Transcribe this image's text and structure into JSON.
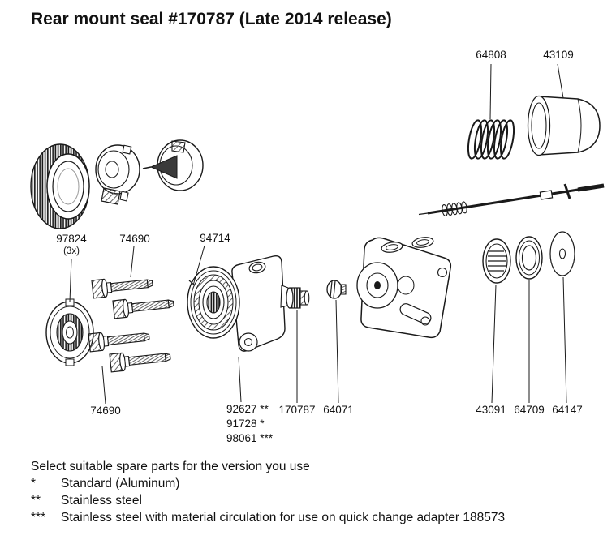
{
  "title": "Rear mount seal #170787 (Late 2014 release)",
  "colors": {
    "ink": "#1a1a1a",
    "background": "#ffffff"
  },
  "labels": {
    "spring": "64808",
    "cap": "43109",
    "flange": "97824",
    "flange_qty": "(3x)",
    "screws_top": "74690",
    "seal_ring": "94714",
    "screws_bottom": "74690",
    "body_std": "92627 **",
    "body_alu": "91728 *",
    "body_circ": "98061 ***",
    "rear_seal": "170787",
    "screw": "64071",
    "spring_seat": "43091",
    "seal": "64709",
    "washer": "64147"
  },
  "footer": {
    "intro": "Select suitable spare parts for the version you use",
    "notes": [
      {
        "symbol": "*",
        "text": "Standard (Aluminum)"
      },
      {
        "symbol": "**",
        "text": "Stainless steel"
      },
      {
        "symbol": "***",
        "text": "Stainless steel with material circulation for use on quick change adapter 188573"
      }
    ]
  }
}
